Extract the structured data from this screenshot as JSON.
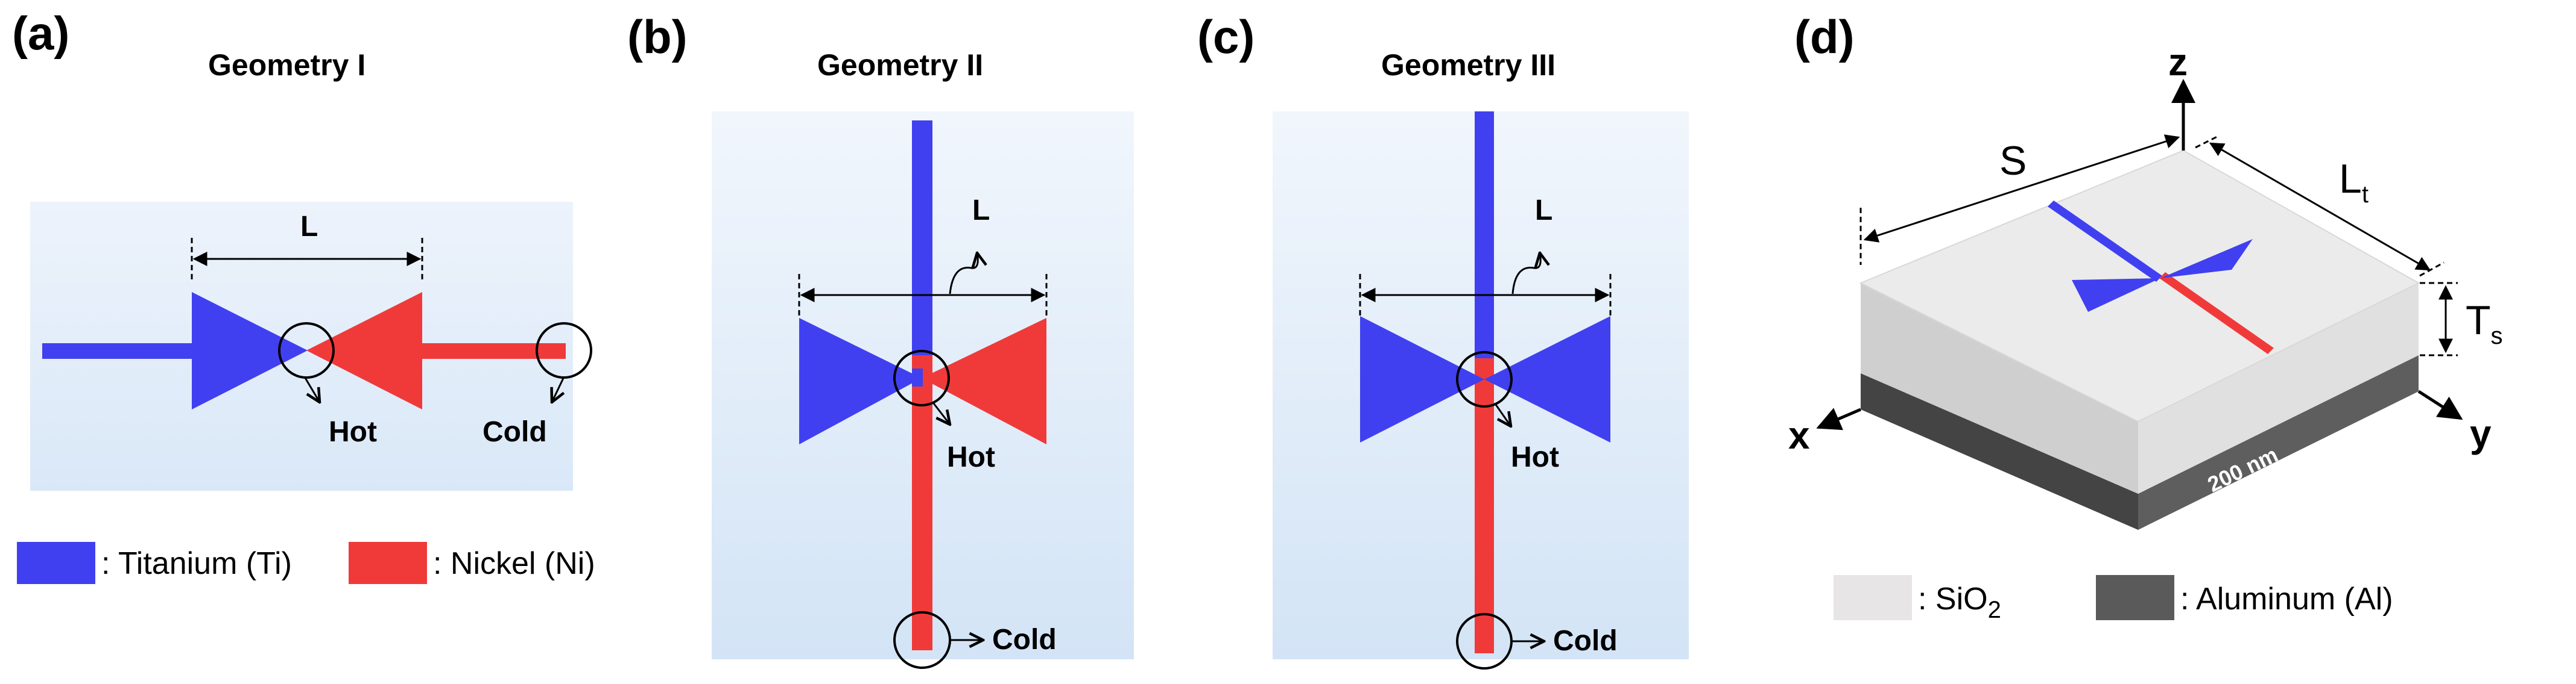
{
  "panels": {
    "a": {
      "tag": "(a)",
      "title": "Geometry I",
      "length_label": "L",
      "hot_label": "Hot",
      "cold_label": "Cold"
    },
    "b": {
      "tag": "(b)",
      "title": "Geometry II",
      "length_label": "L",
      "hot_label": "Hot",
      "cold_label": "Cold"
    },
    "c": {
      "tag": "(c)",
      "title": "Geometry III",
      "length_label": "L",
      "hot_label": "Hot",
      "cold_label": "Cold"
    },
    "d": {
      "tag": "(d)",
      "axis_z": "z",
      "axis_x": "x",
      "axis_y": "y",
      "side_s": "S",
      "length_main": "L",
      "length_sub": "t",
      "thickness_main": "T",
      "thickness_sub": "s",
      "bottom_layer_thickness": "200 nm"
    }
  },
  "legend_left": {
    "titanium": ": Titanium (Ti)",
    "nickel": ": Nickel (Ni)"
  },
  "legend_right": {
    "sio2_prefix": ": SiO",
    "sio2_subscript": "2",
    "aluminum": ": Aluminum (Al)"
  },
  "colors": {
    "titanium": "#4040f0",
    "nickel": "#f03a3a",
    "background_panel": "#e6f0fa",
    "sio2_top": "#e9e9e9",
    "sio2_side_front": "#c8c8c8",
    "sio2_side_right": "#dcdcdc",
    "aluminum_front": "#444444",
    "aluminum_right": "#5a5a5a",
    "legend_sio2": "#e7e5e5",
    "legend_aluminum": "#5a5a5a"
  }
}
